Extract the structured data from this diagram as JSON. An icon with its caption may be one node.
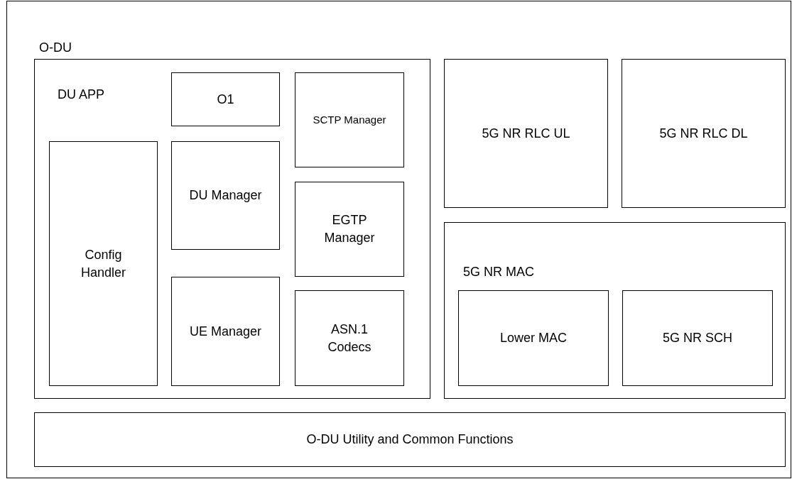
{
  "diagram": {
    "nodes": [
      {
        "text": [
          "O-DU"
        ]
      },
      {
        "text": [
          "DU APP"
        ],
        "in": 0
      },
      {
        "text": [
          "O1"
        ],
        "in": 1
      },
      {
        "text": [
          "SCTP Manager"
        ],
        "in": 1
      },
      {
        "text": [
          "Config Handler"
        ],
        "in": 1
      },
      {
        "text": [
          "DU Manager"
        ],
        "in": 1
      },
      {
        "text": [
          "EGTP Manager"
        ],
        "in": 1
      },
      {
        "text": [
          "UE Manager"
        ],
        "in": 1
      },
      {
        "text": [
          "ASN.1 Codecs"
        ],
        "in": 1
      },
      {
        "text": [
          "5G NR RLC UL"
        ],
        "in": 0
      },
      {
        "text": [
          "5G NR RLC DL"
        ],
        "in": 0
      },
      {
        "text": [
          "5G NR MAC"
        ],
        "in": 0
      },
      {
        "text": [
          "Lower MAC"
        ],
        "in": 11
      },
      {
        "text": [
          "5G NR SCH"
        ],
        "in": 11
      },
      {
        "text": [
          "O-DU Utility and Common Functions"
        ],
        "in": 0
      }
    ]
  }
}
